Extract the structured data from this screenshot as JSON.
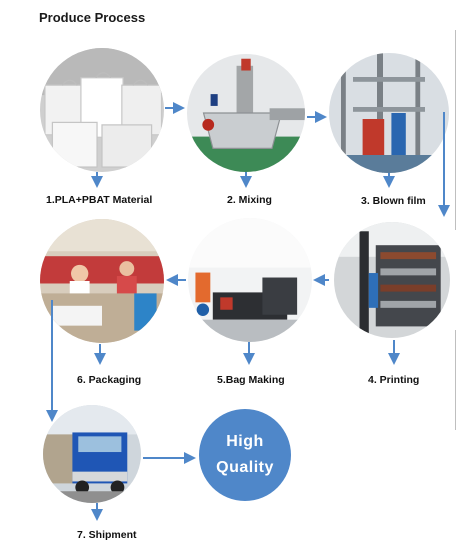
{
  "title": "Produce Process",
  "steps": [
    {
      "label": "1.PLA+PBAT Material",
      "photo": "white-bulk-bags"
    },
    {
      "label": "2. Mixing",
      "photo": "steel-mixer-machine"
    },
    {
      "label": "3.  Blown film",
      "photo": "film-blowing-tower"
    },
    {
      "label": "4.  Printing",
      "photo": "printing-press"
    },
    {
      "label": "5.Bag Making",
      "photo": "bag-making-machines"
    },
    {
      "label": "6.  Packaging",
      "photo": "workers-packing-bags"
    },
    {
      "label": "7.  Shipment",
      "photo": "blue-truck"
    }
  ],
  "badge": {
    "line1": "High",
    "line2": "Quality"
  },
  "colors": {
    "arrow": "#4f87c9",
    "badge": "#4f87c9",
    "text": "#111111"
  }
}
